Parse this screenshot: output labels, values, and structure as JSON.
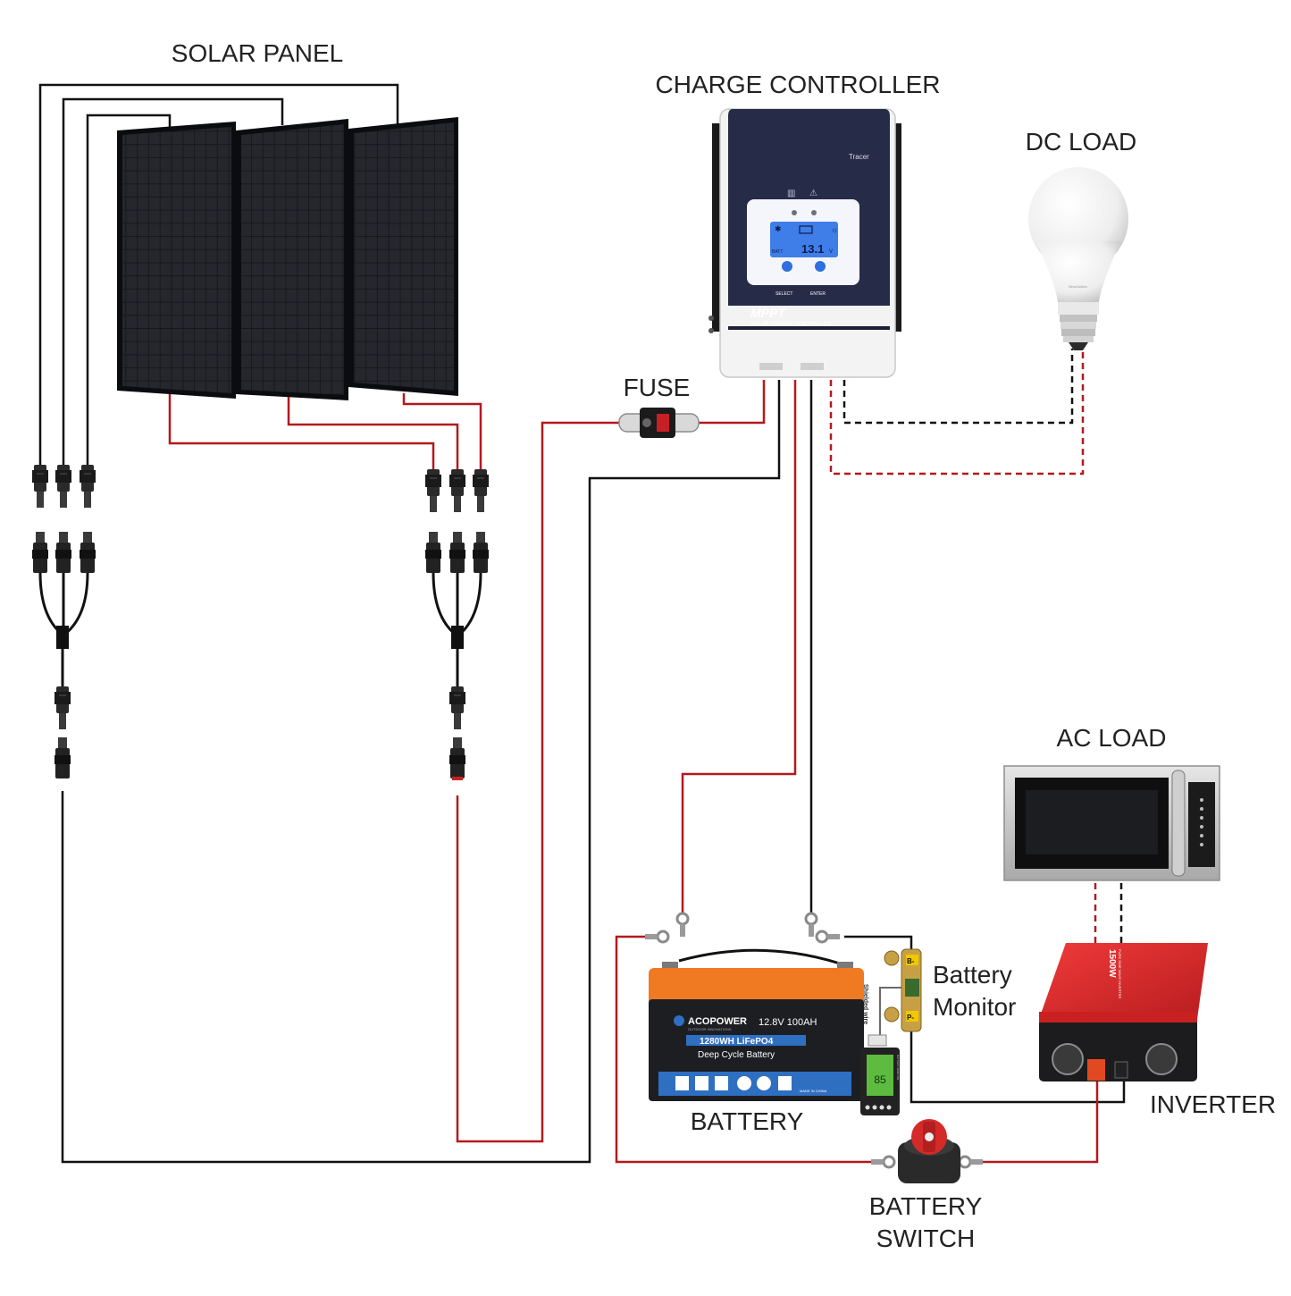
{
  "labels": {
    "solar_panel": "SOLAR PANEL",
    "charge_controller": "CHARGE CONTROLLER",
    "dc_load": "DC LOAD",
    "fuse": "FUSE",
    "ac_load": "AC LOAD",
    "battery": "BATTERY",
    "battery_monitor_line1": "Battery",
    "battery_monitor_line2": "Monitor",
    "inverter": "INVERTER",
    "battery_switch_line1": "BATTERY",
    "battery_switch_line2": "SWITCH"
  },
  "controller": {
    "brand": "Tracer",
    "display_value": "13.1",
    "display_unit": "V",
    "display_batt": "BATT",
    "select_label": "SELECT",
    "enter_label": "ENTER",
    "model_title": "MPPT",
    "model_subtitle": "SOLAR CHARGE CONTROLLER"
  },
  "bulb": {
    "brand": "SimoSwitch"
  },
  "battery_device": {
    "brand": "ACOPOWER",
    "tagline": "OUTDOOR INNOVATIONS",
    "spec": "12.8V  100AH",
    "capacity": "1280WH LiFePO4",
    "type": "Deep Cycle Battery",
    "made_in": "MADE IN CHINA"
  },
  "monitor_device": {
    "wire_label": "Shielded wire",
    "display_label": "BATTERY MONITOR",
    "display_value": "85",
    "terminal_b_minus": "B-",
    "terminal_p_minus": "P-"
  },
  "inverter_device": {
    "rating": "1500W",
    "subtitle": "PURE SINE WAVE INVERTER"
  },
  "colors": {
    "wire_red": "#b3191e",
    "wire_black": "#111111",
    "panel": "#15161a",
    "controller_navy": "#262b48",
    "lcd_blue": "#3f7ee8",
    "battery_orange": "#f07a22",
    "battery_blue": "#2f6fc2",
    "inverter_red": "#e32526",
    "switch_red": "#d42a2a"
  }
}
